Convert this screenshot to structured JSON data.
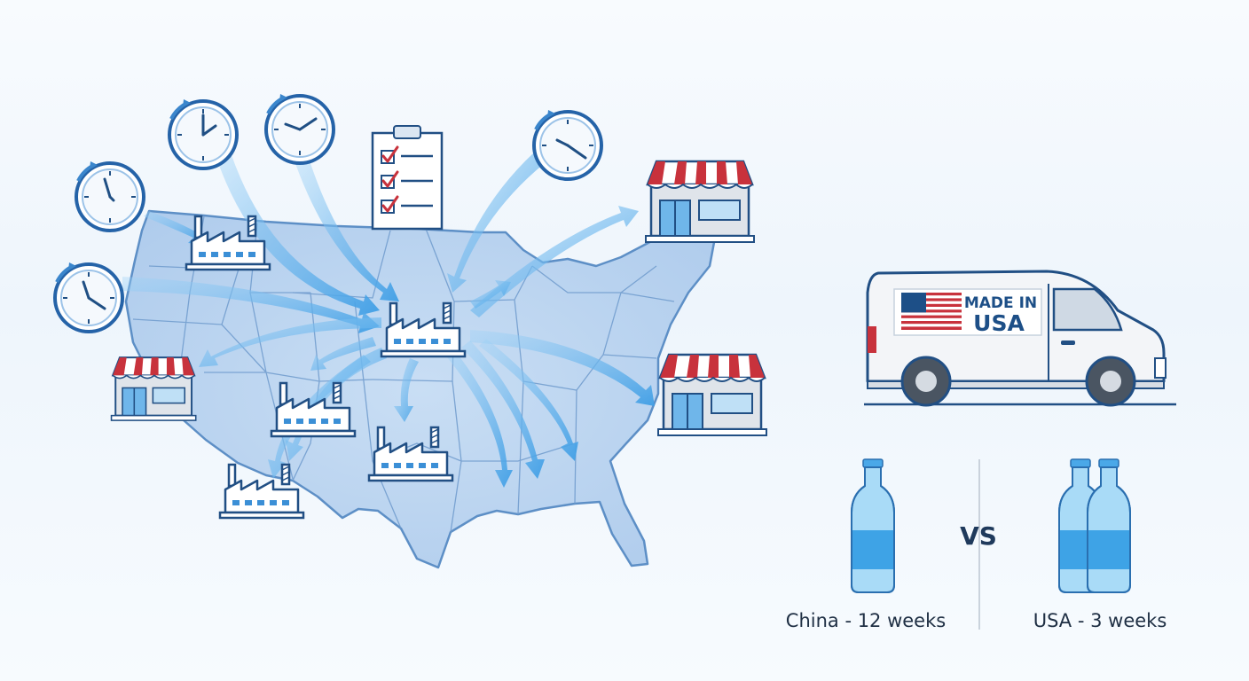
{
  "van": {
    "label_line1": "MADE IN",
    "label_line2": "USA"
  },
  "comparison": {
    "vs_label": "VS",
    "left_label": "China - 12 weeks",
    "right_label": "USA - 3 weeks"
  },
  "colors": {
    "map_fill": "#b9d4ef",
    "map_stroke": "#5d8fc6",
    "arrow": "#4ea6e6",
    "awning_red": "#c8323c",
    "outline": "#214f84",
    "bottle": "#6fc0ef",
    "bottle_band": "#2f9be0"
  },
  "icons": [
    "stopwatch-icon",
    "clipboard-checklist-icon",
    "factory-icon",
    "storefront-icon",
    "delivery-van-icon",
    "us-flag-icon",
    "water-bottle-icon"
  ]
}
